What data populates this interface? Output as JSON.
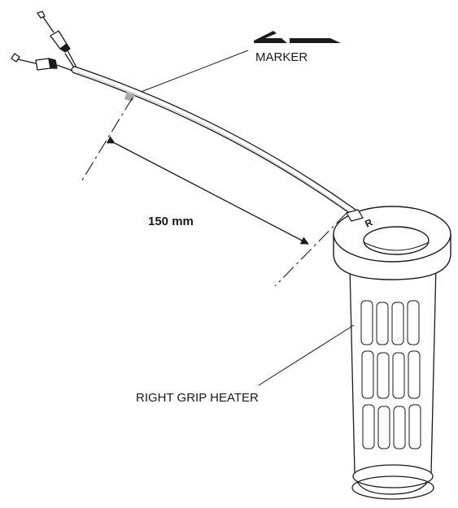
{
  "labels": {
    "marker": "MARKER",
    "dimension": "150 mm",
    "grip": "RIGHT GRIP HEATER",
    "grip_letter": "R"
  },
  "colors": {
    "line": "#1a1a1a",
    "marker_band": "#a9a9a9",
    "background": "#ffffff"
  },
  "icons": [
    "marker-symbol-icon",
    "connector-icon",
    "dimension-arrow-icon"
  ]
}
